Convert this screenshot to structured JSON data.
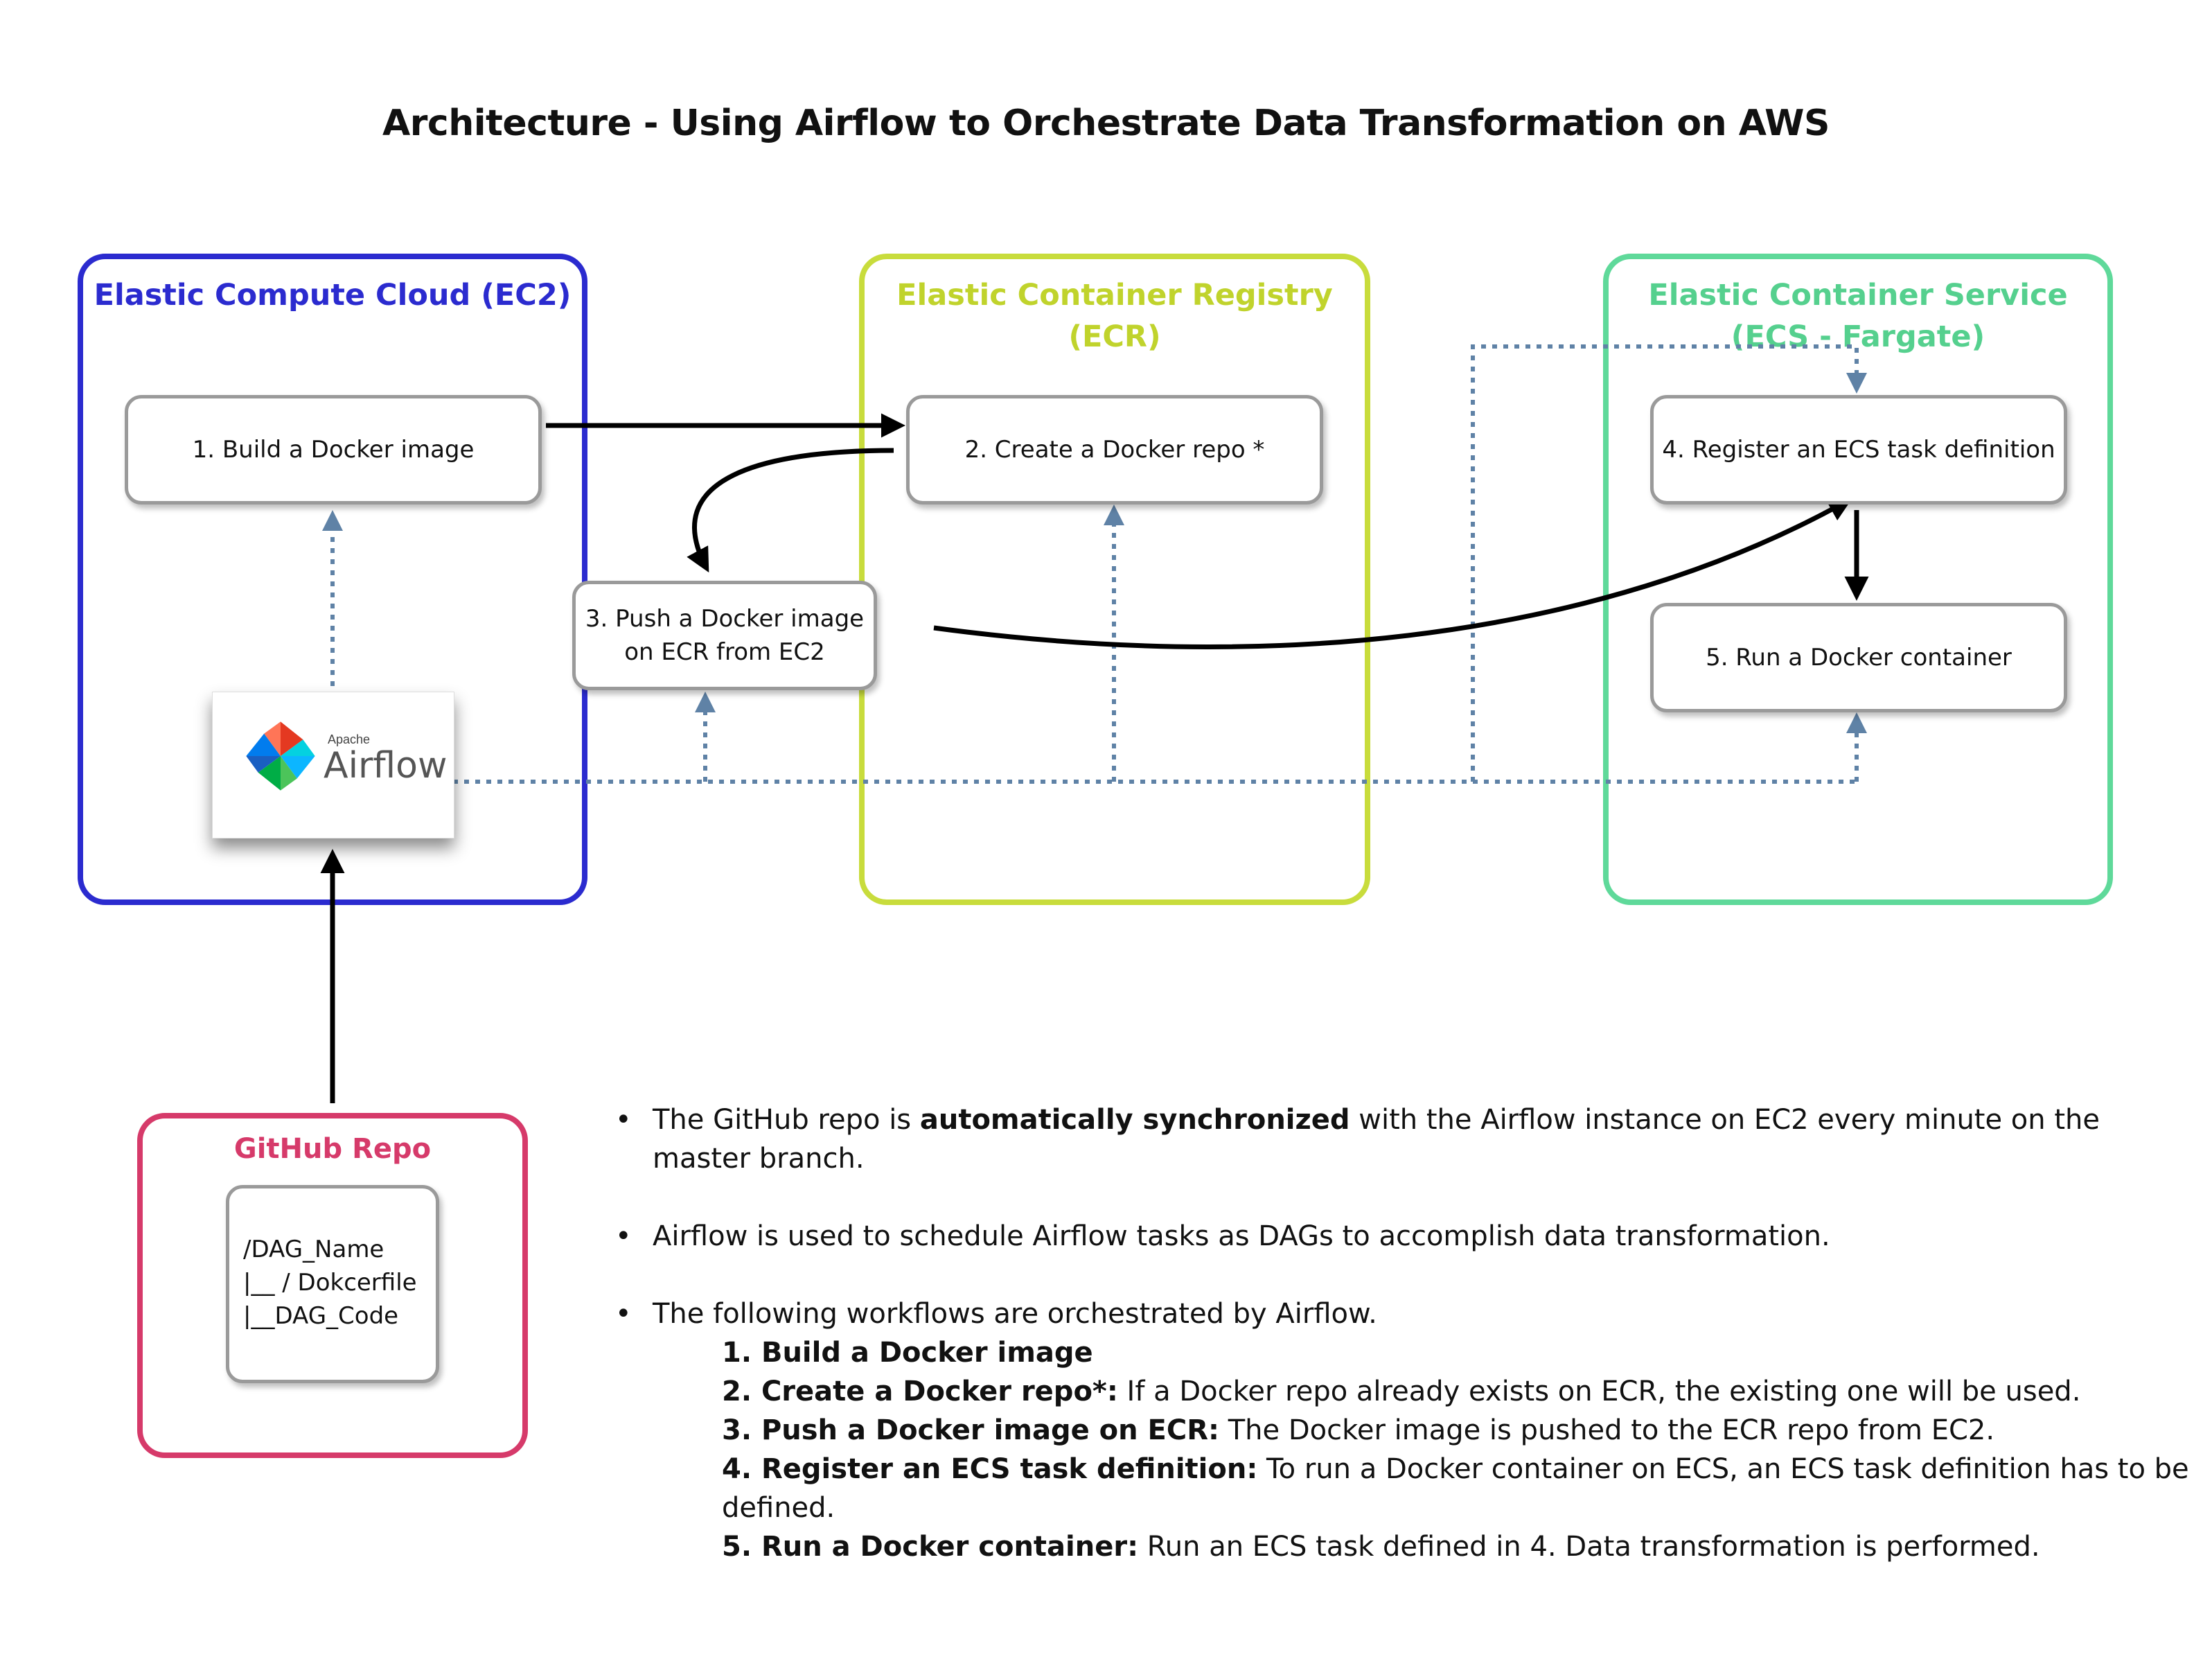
{
  "title": "Architecture  - Using Airflow to Orchestrate Data Transformation on AWS",
  "colors": {
    "ec2": "#2b2bcf",
    "ecr": "#c8dc3c",
    "ecs": "#5fd99a",
    "github": "#d63a6a",
    "dotted": "#5f82a6",
    "box_border": "#9a9a9a"
  },
  "regions": {
    "ec2": {
      "title": "Elastic Compute Cloud (EC2)"
    },
    "ecr": {
      "title_line1": "Elastic Container Registry",
      "title_line2": "(ECR)"
    },
    "ecs": {
      "title_line1": "Elastic Container Service",
      "title_line2": "(ECS - Fargate)"
    },
    "github": {
      "title": "GitHub Repo"
    }
  },
  "steps": {
    "s1": "1. Build a Docker image",
    "s2": "2. Create a Docker repo *",
    "s3_line1": "3. Push a Docker image",
    "s3_line2": "on ECR from EC2",
    "s4": "4. Register an ECS task definition",
    "s5": "5. Run a Docker container"
  },
  "airflow_logo": {
    "small": "Apache",
    "big": "Airflow",
    "icon": "airflow-pinwheel-icon"
  },
  "dag_tree": {
    "line1": "/DAG_Name",
    "line2": "|__ / Dokcerfile",
    "line3": "|__DAG_Code"
  },
  "notes": {
    "bullet1_pre": "The GitHub repo is ",
    "bullet1_bold": "automatically synchronized",
    "bullet1_post": " with the Airflow instance on EC2 every minute on the master branch.",
    "bullet2": "Airflow is used to schedule Airflow tasks as DAGs to accomplish data transformation.",
    "bullet3": "The following workflows are  orchestrated by Airflow.",
    "workflows": [
      {
        "bold": "1. Build a Docker image",
        "text": ""
      },
      {
        "bold": "2. Create a Docker repo*:",
        "text": " If a Docker repo already exists on ECR, the existing one will be used."
      },
      {
        "bold": "3. Push a Docker image on ECR:",
        "text": " The Docker image is pushed to the ECR repo from EC2."
      },
      {
        "bold": "4. Register an ECS task definition:",
        "text": " To run a Docker container on ECS, an ECS task definition has to be defined."
      },
      {
        "bold": "5. Run a Docker container:",
        "text": " Run an ECS task defined in 4. Data transformation is performed."
      }
    ]
  }
}
